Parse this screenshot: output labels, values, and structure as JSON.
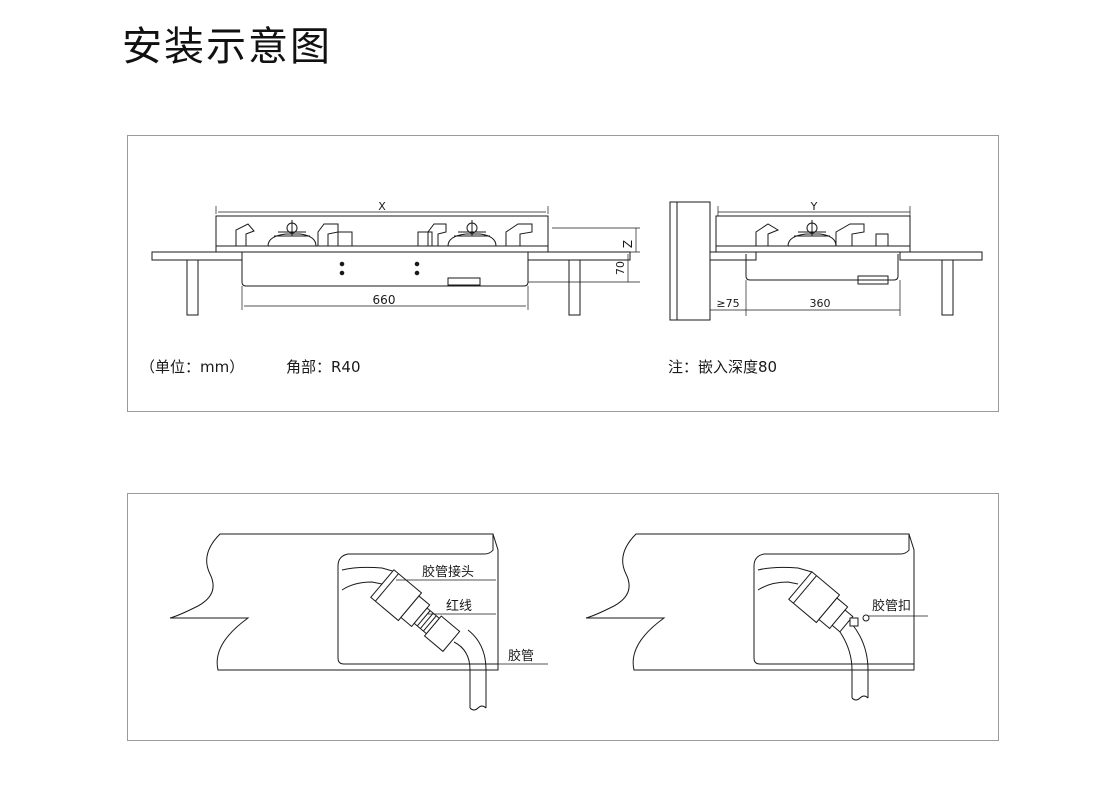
{
  "page": {
    "title": "安装示意图"
  },
  "dimensions_diagram": {
    "labels": {
      "x": "X",
      "y": "Y",
      "z": "Z",
      "height": "70",
      "cutout_width": "660",
      "cutout_depth": "360",
      "min_front_gap": "≥75"
    },
    "notes": {
      "unit": "（单位：mm）",
      "corner": "角部：R40",
      "embed_depth": "注：嵌入深度80"
    }
  },
  "connection_diagram": {
    "left_labels": {
      "hose_connector": "胶管接头",
      "red_line": "红线",
      "hose": "胶管"
    },
    "right_labels": {
      "hose_clamp": "胶管扣"
    }
  },
  "colors": {
    "line": "#1a1a1a",
    "panel_border": "#9a9a9a",
    "background": "#ffffff"
  }
}
